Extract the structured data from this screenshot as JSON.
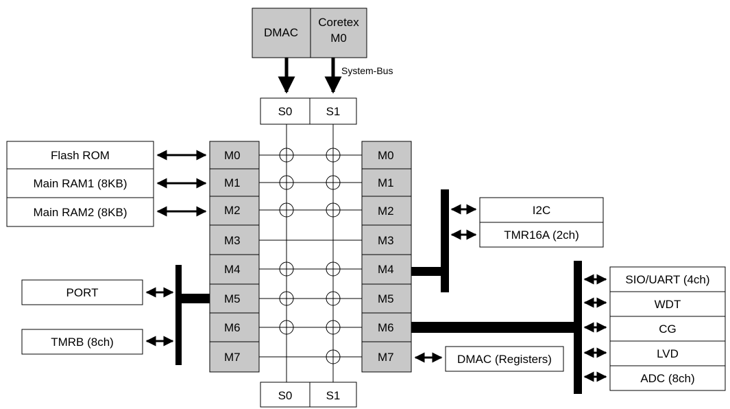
{
  "masters": {
    "dmac": "DMAC",
    "cortex_line1": "Coretex",
    "cortex_line2": "M0"
  },
  "system_bus_label": "System-Bus",
  "top_ports": [
    "S0",
    "S1"
  ],
  "bottom_ports": [
    "S0",
    "S1"
  ],
  "left_slave_ports": [
    "M0",
    "M1",
    "M2",
    "M3",
    "M4",
    "M5",
    "M6",
    "M7"
  ],
  "right_slave_ports": [
    "M0",
    "M1",
    "M2",
    "M3",
    "M4",
    "M5",
    "M6",
    "M7"
  ],
  "memories": [
    "Flash ROM",
    "Main RAM1 (8KB)",
    "Main RAM2 (8KB)"
  ],
  "left_peripherals": [
    "PORT",
    "TMRB (8ch)"
  ],
  "upper_right_peripherals": [
    "I2C",
    "TMR16A (2ch)"
  ],
  "dmac_registers": "DMAC (Registers)",
  "far_right_peripherals": [
    "SIO/UART (4ch)",
    "WDT",
    "CG",
    "LVD",
    "ADC (8ch)"
  ],
  "connections": {
    "s0_rows": [
      "M0",
      "M1",
      "M2",
      "M4",
      "M5",
      "M6"
    ],
    "s1_rows": [
      "M0",
      "M1",
      "M2",
      "M4",
      "M5",
      "M6",
      "M7"
    ]
  },
  "colors": {
    "block_gray": "#c8c8c8",
    "line": "#000000",
    "background": "#ffffff"
  }
}
